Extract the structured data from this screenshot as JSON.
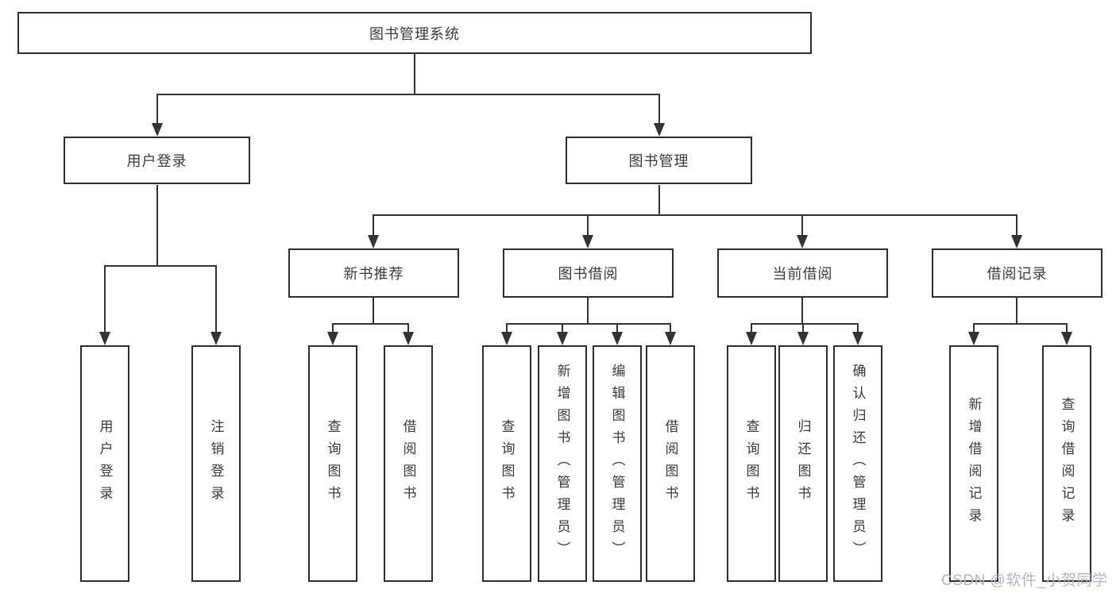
{
  "colors": {
    "line": "#333333",
    "box_border": "#2e2e2e",
    "text": "#3a3a3a",
    "watermark": "#b2b6bc",
    "background": "#ffffff"
  },
  "watermark": "CSDN @软件_小贺同学",
  "nodes": {
    "root": "图书管理系统",
    "user_login": "用户登录",
    "book_mgmt": "图书管理",
    "new_book_rec": "新书推荐",
    "book_borrow": "图书借阅",
    "current_borrow": "当前借阅",
    "borrow_record": "借阅记录",
    "leaf_user_login": "用户登录",
    "leaf_logout": "注销登录",
    "rec_query_book": "查询图书",
    "rec_borrow_book": "借阅图书",
    "bb_query_book": "查询图书",
    "bb_add_book": "新增图书（管理员）",
    "bb_edit_book": "编辑图书（管理员）",
    "bb_borrow_book": "借阅图书",
    "cb_query_book": "查询图书",
    "cb_return_book": "归还图书",
    "cb_confirm_return": "确认归还（管理员）",
    "br_add_record": "新增借阅记录",
    "br_query_record": "查询借阅记录"
  }
}
